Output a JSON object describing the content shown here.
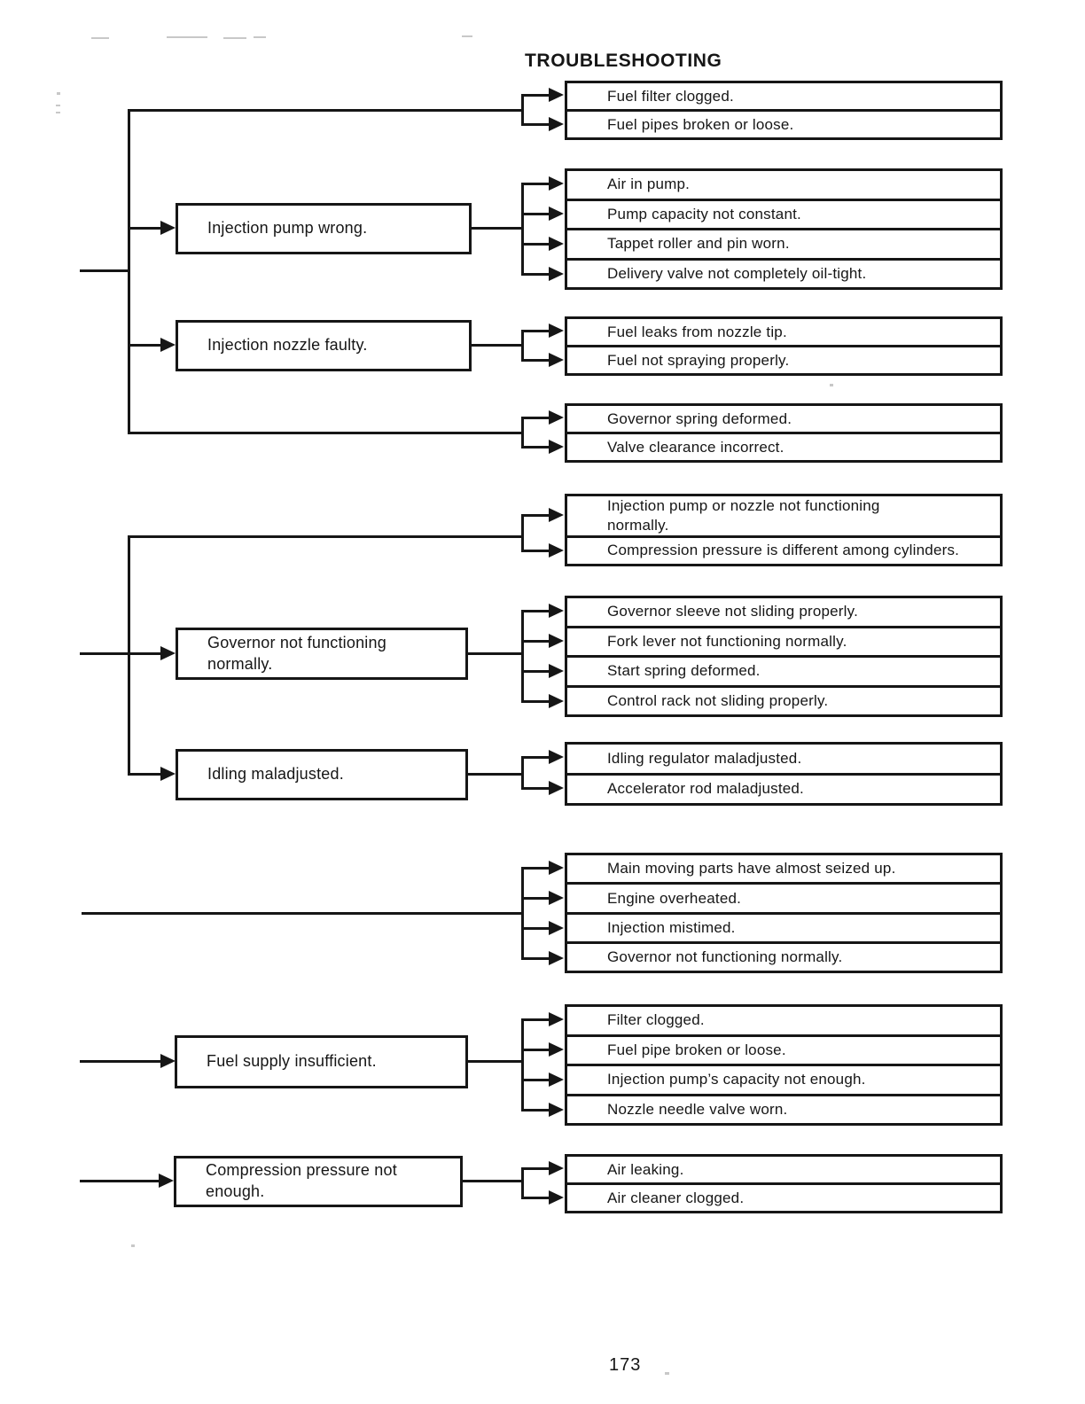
{
  "page": {
    "title": "TROUBLESHOOTING",
    "page_number": "173"
  },
  "sections": [
    {
      "branches": [
        {
          "effects": [
            "Fuel filter clogged.",
            "Fuel pipes broken or loose."
          ]
        },
        {
          "cause": "Injection pump wrong.",
          "effects": [
            "Air in pump.",
            "Pump capacity not constant.",
            "Tappet roller and pin worn.",
            "Delivery valve not completely oil-tight."
          ]
        },
        {
          "cause": "Injection nozzle faulty.",
          "effects": [
            "Fuel leaks from nozzle tip.",
            "Fuel not spraying properly."
          ]
        },
        {
          "effects": [
            "Governor spring deformed.",
            "Valve clearance incorrect."
          ]
        }
      ]
    },
    {
      "branches": [
        {
          "effects": [
            "Injection pump or nozzle not functioning\nnormally.",
            "Compression pressure is different among cylinders."
          ]
        },
        {
          "cause": "Governor not functioning\nnormally.",
          "effects": [
            "Governor sleeve not sliding properly.",
            "Fork lever not functioning normally.",
            "Start spring deformed.",
            "Control rack not sliding properly."
          ]
        },
        {
          "cause": "Idling maladjusted.",
          "effects": [
            "Idling regulator maladjusted.",
            "Accelerator rod maladjusted."
          ]
        }
      ]
    },
    {
      "branches": [
        {
          "effects": [
            "Main moving parts have almost seized up.",
            "Engine overheated.",
            "Injection mistimed.",
            "Governor not functioning normally."
          ]
        }
      ]
    },
    {
      "branches": [
        {
          "cause": "Fuel supply insufficient.",
          "effects": [
            "Filter clogged.",
            "Fuel pipe broken or loose.",
            "Injection pump’s capacity not enough.",
            "Nozzle needle valve worn."
          ]
        }
      ]
    },
    {
      "branches": [
        {
          "cause": "Compression pressure not\nenough.",
          "effects": [
            "Air leaking.",
            "Air cleaner clogged."
          ]
        }
      ]
    }
  ]
}
